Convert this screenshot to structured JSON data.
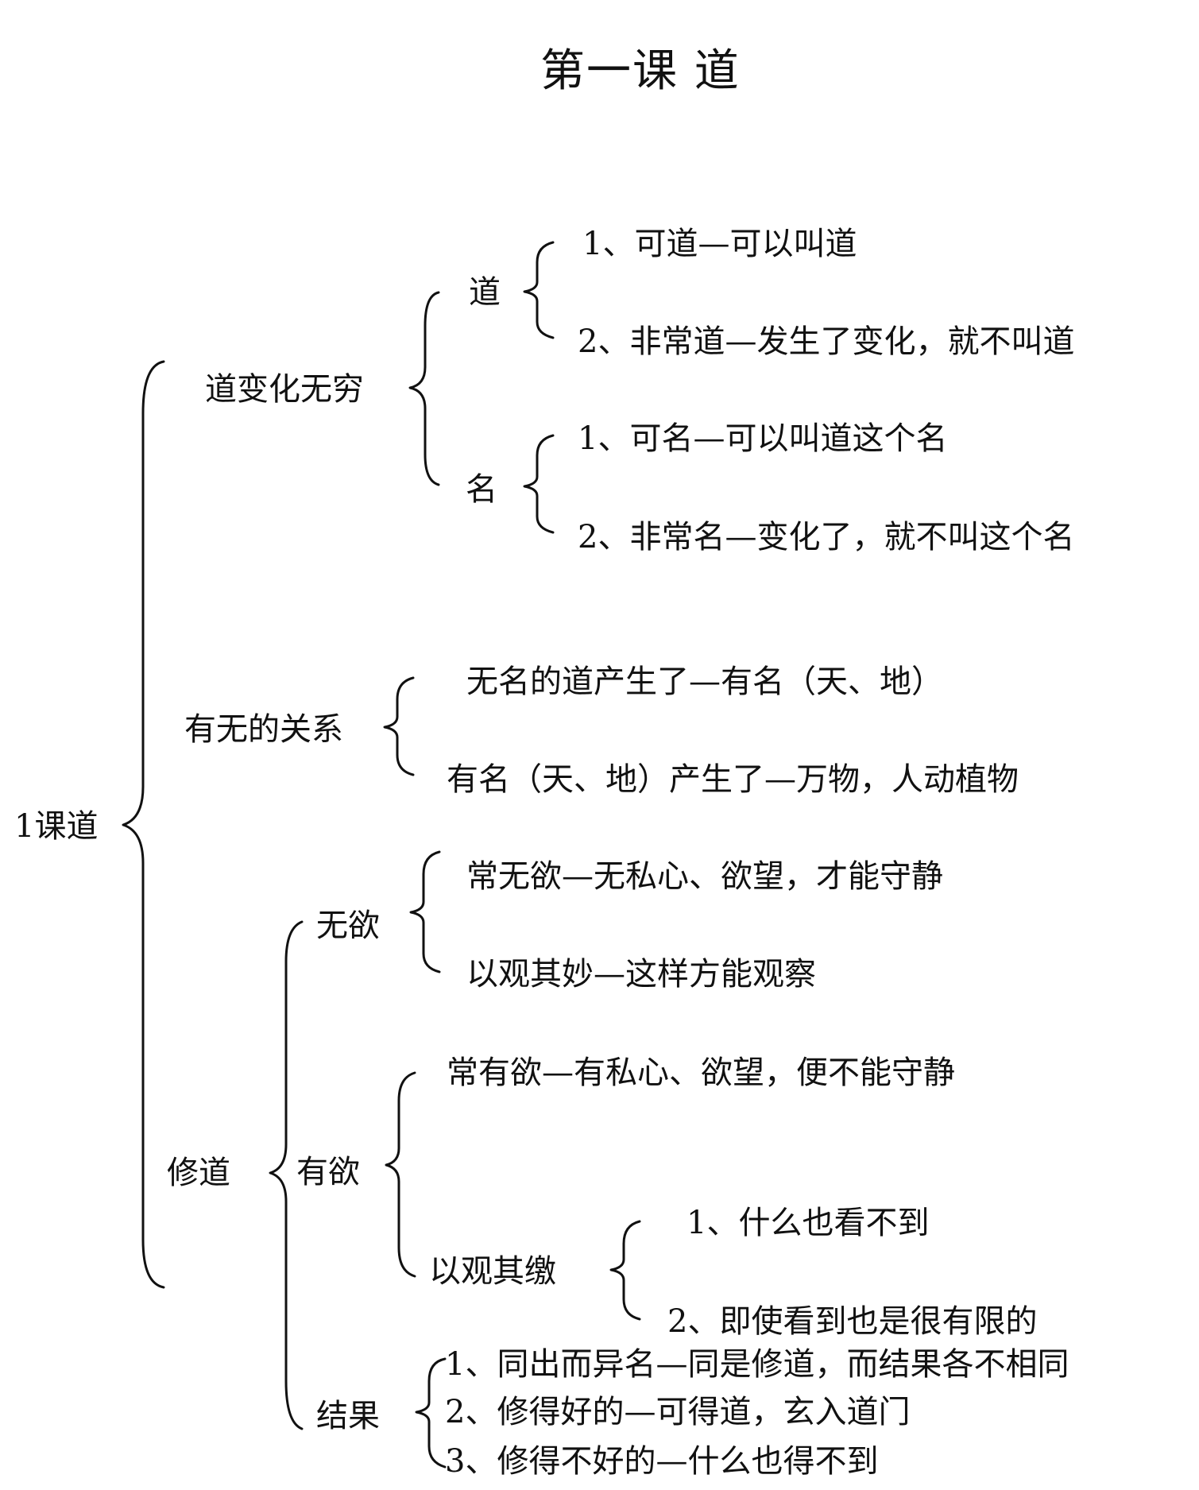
{
  "title": "第一课 道",
  "root": "1课道",
  "branches": {
    "change": {
      "label": "道变化无穷",
      "dao": {
        "label": "道",
        "items": [
          "1、可道—可以叫道",
          "2、非常道—发生了变化，就不叫道"
        ]
      },
      "ming": {
        "label": "名",
        "items": [
          "1、可名—可以叫道这个名",
          "2、非常名—变化了，就不叫这个名"
        ]
      }
    },
    "relation": {
      "label": "有无的关系",
      "items": [
        "无名的道产生了—有名（天、地）",
        "有名（天、地）产生了—万物，人动植物"
      ]
    },
    "cultivation": {
      "label": "修道",
      "wuyu": {
        "label": "无欲",
        "items": [
          "常无欲—无私心、欲望，才能守静",
          "以观其妙—这样方能观察"
        ]
      },
      "youyu": {
        "label": "有欲",
        "item": "常有欲—有私心、欲望，便不能守静",
        "jiao": {
          "label": "以观其缴",
          "items": [
            "1、什么也看不到",
            "2、即使看到也是很有限的"
          ]
        }
      },
      "result": {
        "label": "结果",
        "items": [
          "1、同出而异名—同是修道，而结果各不相同",
          "2、修得好的—可得道，玄入道门",
          "3、修得不好的—什么也得不到"
        ]
      }
    }
  }
}
